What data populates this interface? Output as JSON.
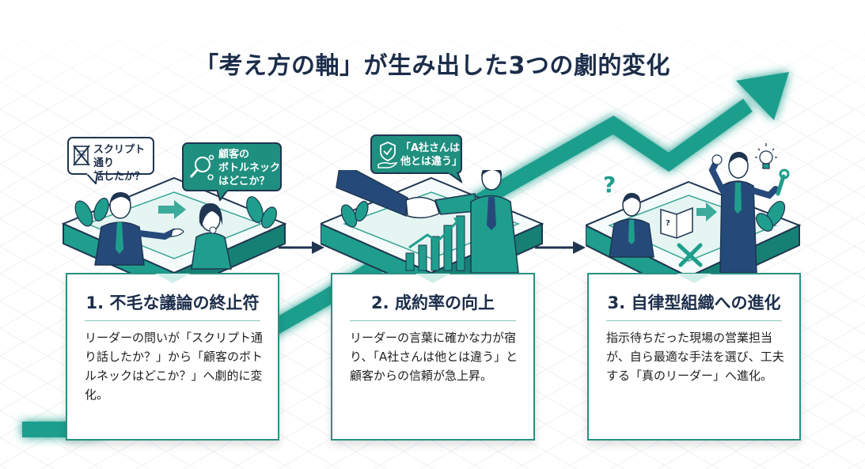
{
  "title": "「考え方の軸」が生み出した3つの劇的変化",
  "colors": {
    "accent": "#1f9e8d",
    "accent_dark": "#178074",
    "navy": "#1f3550",
    "card_border": "#2a8f82",
    "text": "#1b2d4a"
  },
  "steps": [
    {
      "title": "1. 不毛な議論の終止符",
      "body": "リーダーの問いが「スクリプト通り話したか？」から「顧客のボトルネックはどこか？」へ劇的に変化。",
      "bubbles": [
        {
          "text_line1": "スクリプト通り",
          "text_line2": "話したか？",
          "icon": "crossed-script-icon"
        },
        {
          "text_line1": "顧客の",
          "text_line2": "ボトルネック",
          "text_line3": "はどこか？",
          "icon": "magnifier-gear-icon"
        }
      ]
    },
    {
      "title": "2. 成約率の向上",
      "body": "リーダーの言葉に確かな力が宿り、「A社さんは他とは違う」と顧客からの信頼が急上昇。",
      "bubbles": [
        {
          "text_line1": "「A社さんは",
          "text_line2": "他とは違う」",
          "icon": "shield-hand-icon"
        }
      ]
    },
    {
      "title": "3. 自律型組織への進化",
      "body": "指示待ちだった現場の営業担当が、自ら最適な手法を選び、工夫する「真のリーダー」へ進化。",
      "bubbles": []
    }
  ],
  "icons": {
    "trend": "trend-up-arrow-icon",
    "step_connector": "arrow-right-icon",
    "question": "question-mark-icon",
    "lightbulb": "lightbulb-icon",
    "wrench": "wrench-icon",
    "handshake": "handshake-icon",
    "bar_chart": "bar-chart-icon"
  }
}
